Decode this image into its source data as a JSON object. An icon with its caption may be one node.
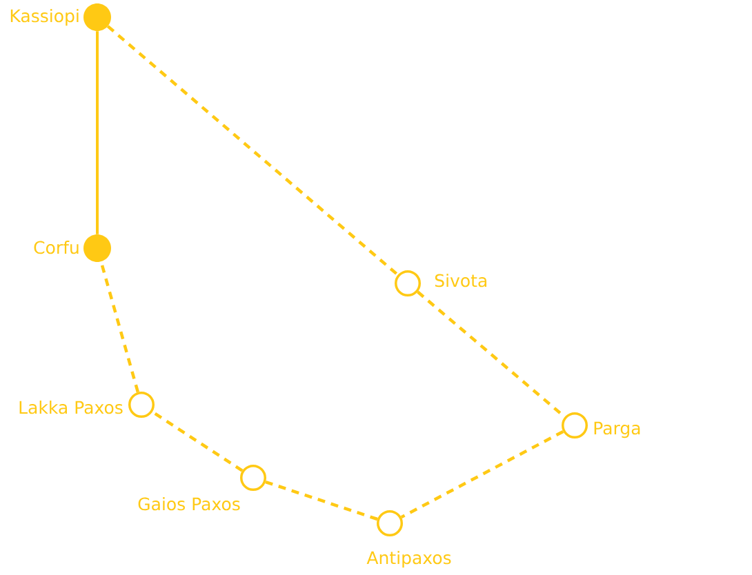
{
  "diagram": {
    "nodes": [
      {
        "text": [],
        "shape": "dot",
        "beside": [
          "Kassiopi"
        ]
      },
      {
        "text": [],
        "shape": "dot",
        "beside": [
          "Corfu"
        ]
      },
      {
        "text": [],
        "shape": "circle",
        "beside": [
          "Sivota"
        ]
      },
      {
        "text": [],
        "shape": "circle",
        "beside": [
          "Lakka Paxos"
        ]
      },
      {
        "text": [],
        "shape": "circle",
        "beside": [
          "Parga"
        ]
      },
      {
        "text": [],
        "shape": "circle",
        "beside": [
          "Gaios Paxos"
        ]
      },
      {
        "text": [],
        "shape": "circle",
        "beside": [
          "Antipaxos"
        ]
      }
    ],
    "edges": [
      {
        "from": 0,
        "to": 1,
        "arrow": "none"
      },
      {
        "from": 0,
        "to": 2,
        "arrow": "none",
        "style": "dashed"
      },
      {
        "from": 2,
        "to": 4,
        "arrow": "none",
        "style": "dashed"
      },
      {
        "from": 4,
        "to": 6,
        "arrow": "none",
        "style": "dashed"
      },
      {
        "from": 6,
        "to": 5,
        "arrow": "none",
        "style": "dashed"
      },
      {
        "from": 5,
        "to": 3,
        "arrow": "none",
        "style": "dashed"
      },
      {
        "from": 3,
        "to": 1,
        "arrow": "none",
        "style": "dashed"
      }
    ]
  }
}
